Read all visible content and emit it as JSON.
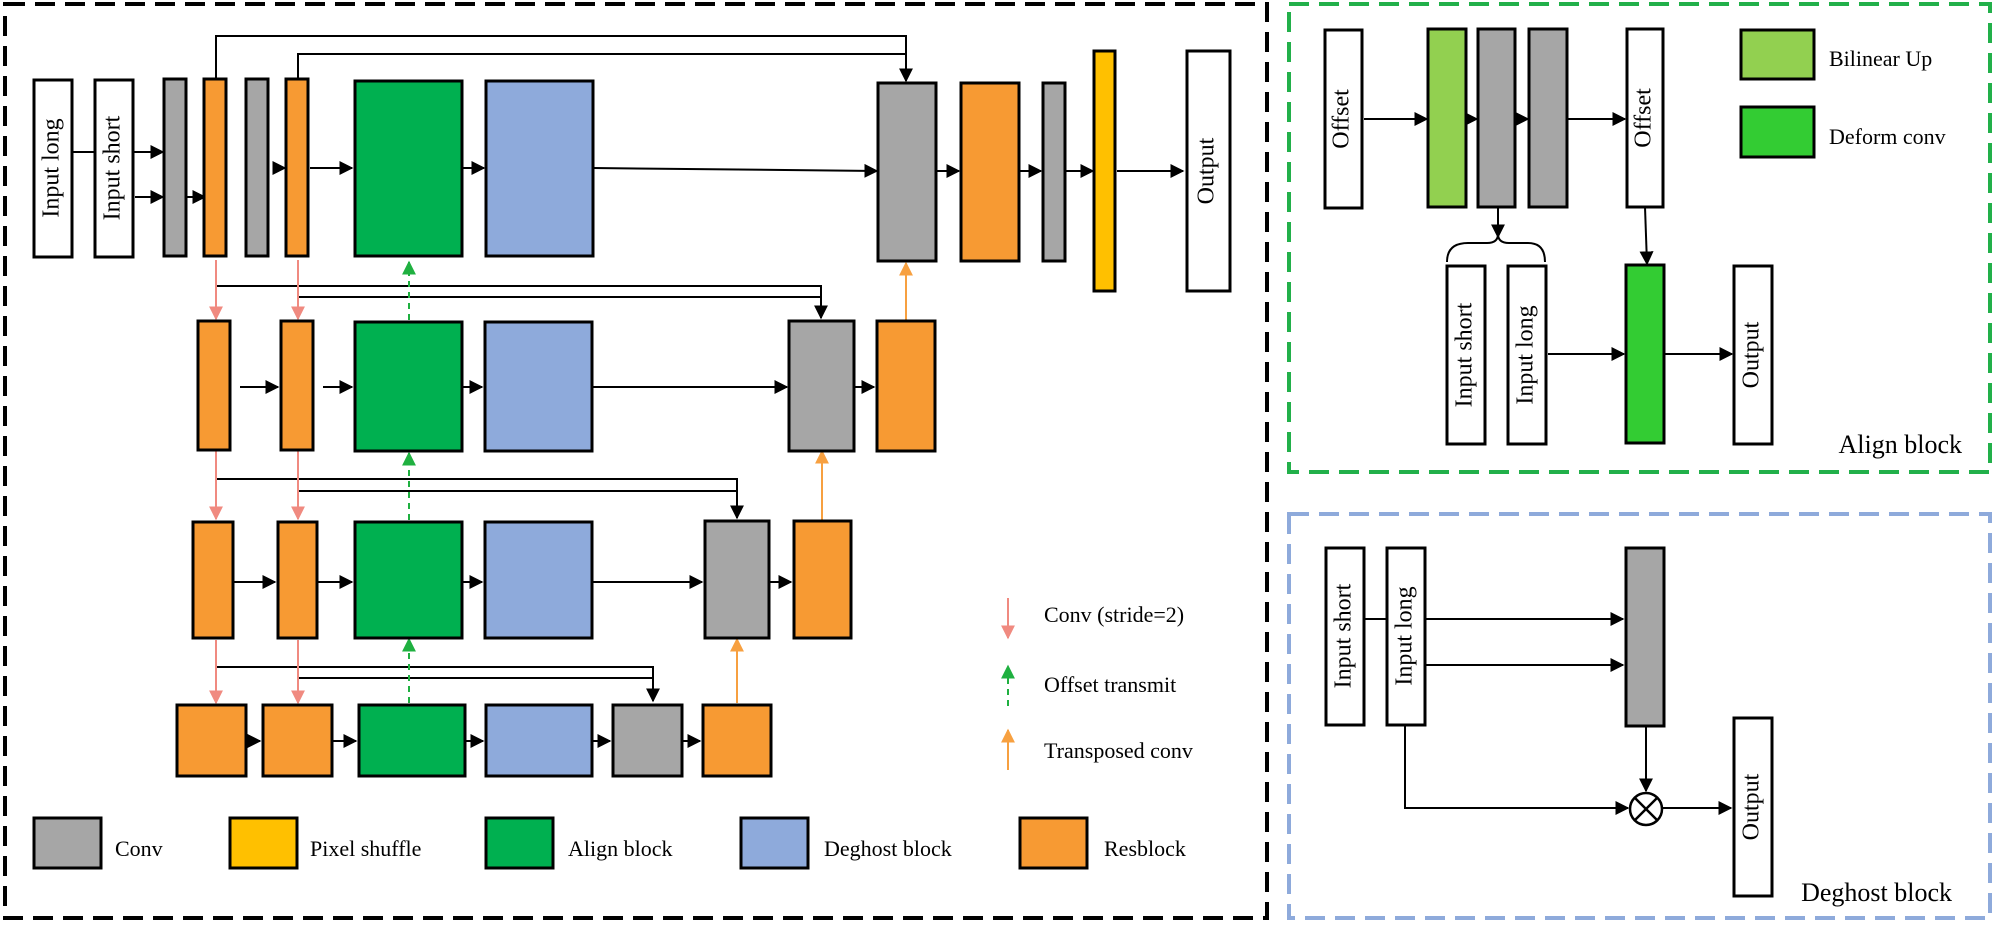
{
  "colors": {
    "conv": "#a6a6a6",
    "pixel_shuffle": "#ffc000",
    "align_block": "#00b050",
    "deghost_block": "#8eaadb",
    "resblock": "#f79a33",
    "bilinear_up": "#92d050",
    "deform_conv": "#33cc33",
    "conv_stride2_arrow": "#f08a80",
    "offset_arrow": "#1fb040",
    "transposed_arrow": "#f7a040",
    "main_frame": "#000000",
    "align_frame": "#22b04a",
    "deghost_frame": "#8eaadb"
  },
  "main": {
    "input_long": "Input long",
    "input_short": "Input short",
    "output": "Output"
  },
  "annotations": {
    "conv_stride2": "Conv (stride=2)",
    "offset_transmit": "Offset transmit",
    "transposed_conv": "Transposed conv"
  },
  "legend": [
    {
      "label": "Conv",
      "color_key": "conv"
    },
    {
      "label": "Pixel shuffle",
      "color_key": "pixel_shuffle"
    },
    {
      "label": "Align block",
      "color_key": "align_block"
    },
    {
      "label": "Deghost block",
      "color_key": "deghost_block"
    },
    {
      "label": "Resblock",
      "color_key": "resblock"
    }
  ],
  "align_panel": {
    "offset_in": "Offset",
    "offset_out": "Offset",
    "input_short": "Input short",
    "input_long": "Input long",
    "output": "Output",
    "legend_bilinear": "Bilinear Up",
    "legend_deform": "Deform conv",
    "title": "Align block"
  },
  "deghost_panel": {
    "input_short": "Input short",
    "input_long": "Input long",
    "output": "Output",
    "title": "Deghost block"
  }
}
